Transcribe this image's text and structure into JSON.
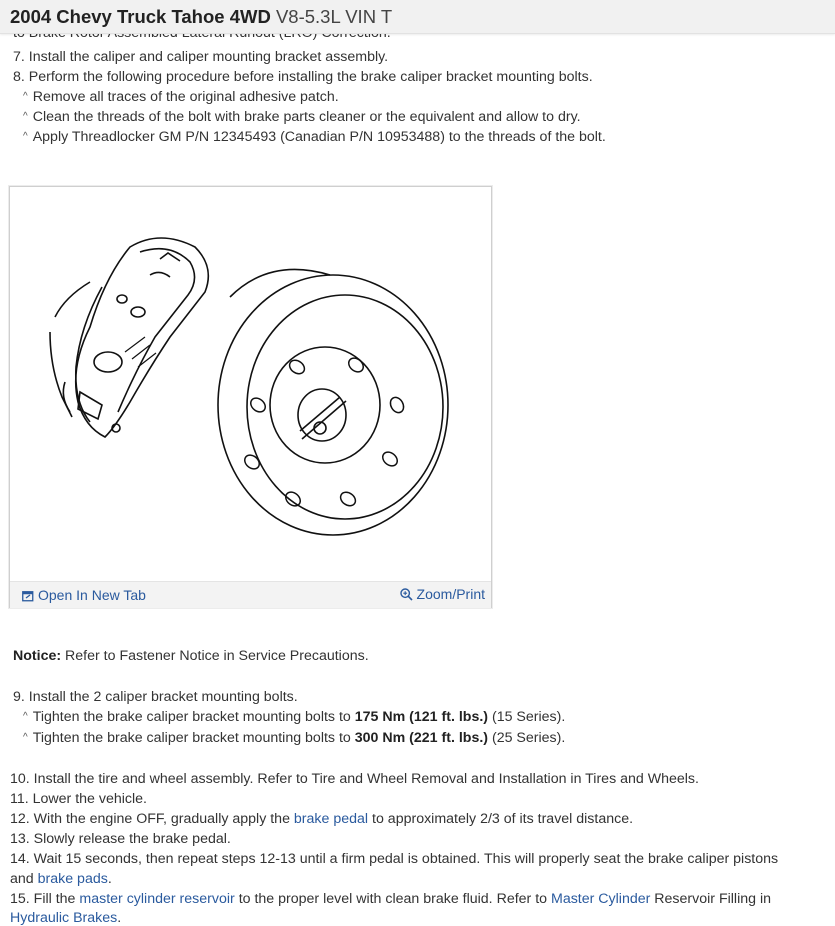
{
  "header": {
    "title_bold": "2004 Chevy Truck Tahoe 4WD",
    "title_rest": "V8-5.3L VIN T"
  },
  "cut_line": "to Brake Rotor Assembled Lateral Runout (LRO) Correction.",
  "steps_top": {
    "s7": "7. Install the caliper and caliper mounting bracket assembly.",
    "s8": "8. Perform the following procedure before installing the brake caliper bracket mounting bolts.",
    "s8_b1": "Remove all traces of the original adhesive patch.",
    "s8_b2": "Clean the threads of the bolt with brake parts cleaner or the equivalent and allow to dry.",
    "s8_b3": "Apply Threadlocker GM P/N 12345493 (Canadian P/N 10953488) to the threads of the bolt."
  },
  "bullet_glyph": "^",
  "figure": {
    "open_label": "Open In New Tab",
    "zoom_label": "Zoom/Print"
  },
  "notice": {
    "label": "Notice:",
    "text": "Refer to Fastener Notice in Service Precautions."
  },
  "step9": {
    "main": "9. Install the 2 caliper bracket mounting bolts.",
    "b1_pre": "Tighten the brake caliper bracket mounting bolts to",
    "b1_bold": "175 Nm (121 ft. lbs.)",
    "b1_post": "(15 Series).",
    "b2_pre": "Tighten the brake caliper bracket mounting bolts to",
    "b2_bold": "300 Nm (221 ft. lbs.)",
    "b2_post": "(25 Series)."
  },
  "steps_bottom": {
    "s10": "10. Install the tire and wheel assembly. Refer to Tire and Wheel Removal and Installation in Tires and Wheels.",
    "s11": "11. Lower the vehicle.",
    "s12_pre": "12. With the engine OFF, gradually apply the",
    "s12_link": "brake pedal",
    "s12_post": "to approximately 2/3 of its travel distance.",
    "s13": "13. Slowly release the brake pedal.",
    "s14_line1": "14. Wait 15 seconds, then repeat steps 12-13 until a firm pedal is obtained. This will properly seat the brake caliper pistons",
    "s14_line2_pre": "and",
    "s14_link": "brake pads",
    "s14_line2_post": ".",
    "s15_pre": "15. Fill the",
    "s15_link1": "master cylinder reservoir",
    "s15_mid": "to the proper level with clean brake fluid. Refer to",
    "s15_link2": "Master Cylinder",
    "s15_post": "Reservoir Filling in",
    "s15_link3": "Hydraulic Brakes",
    "s15_end": "."
  },
  "colors": {
    "link": "#2a5a9e",
    "header_bg": "#f1f1f1"
  }
}
